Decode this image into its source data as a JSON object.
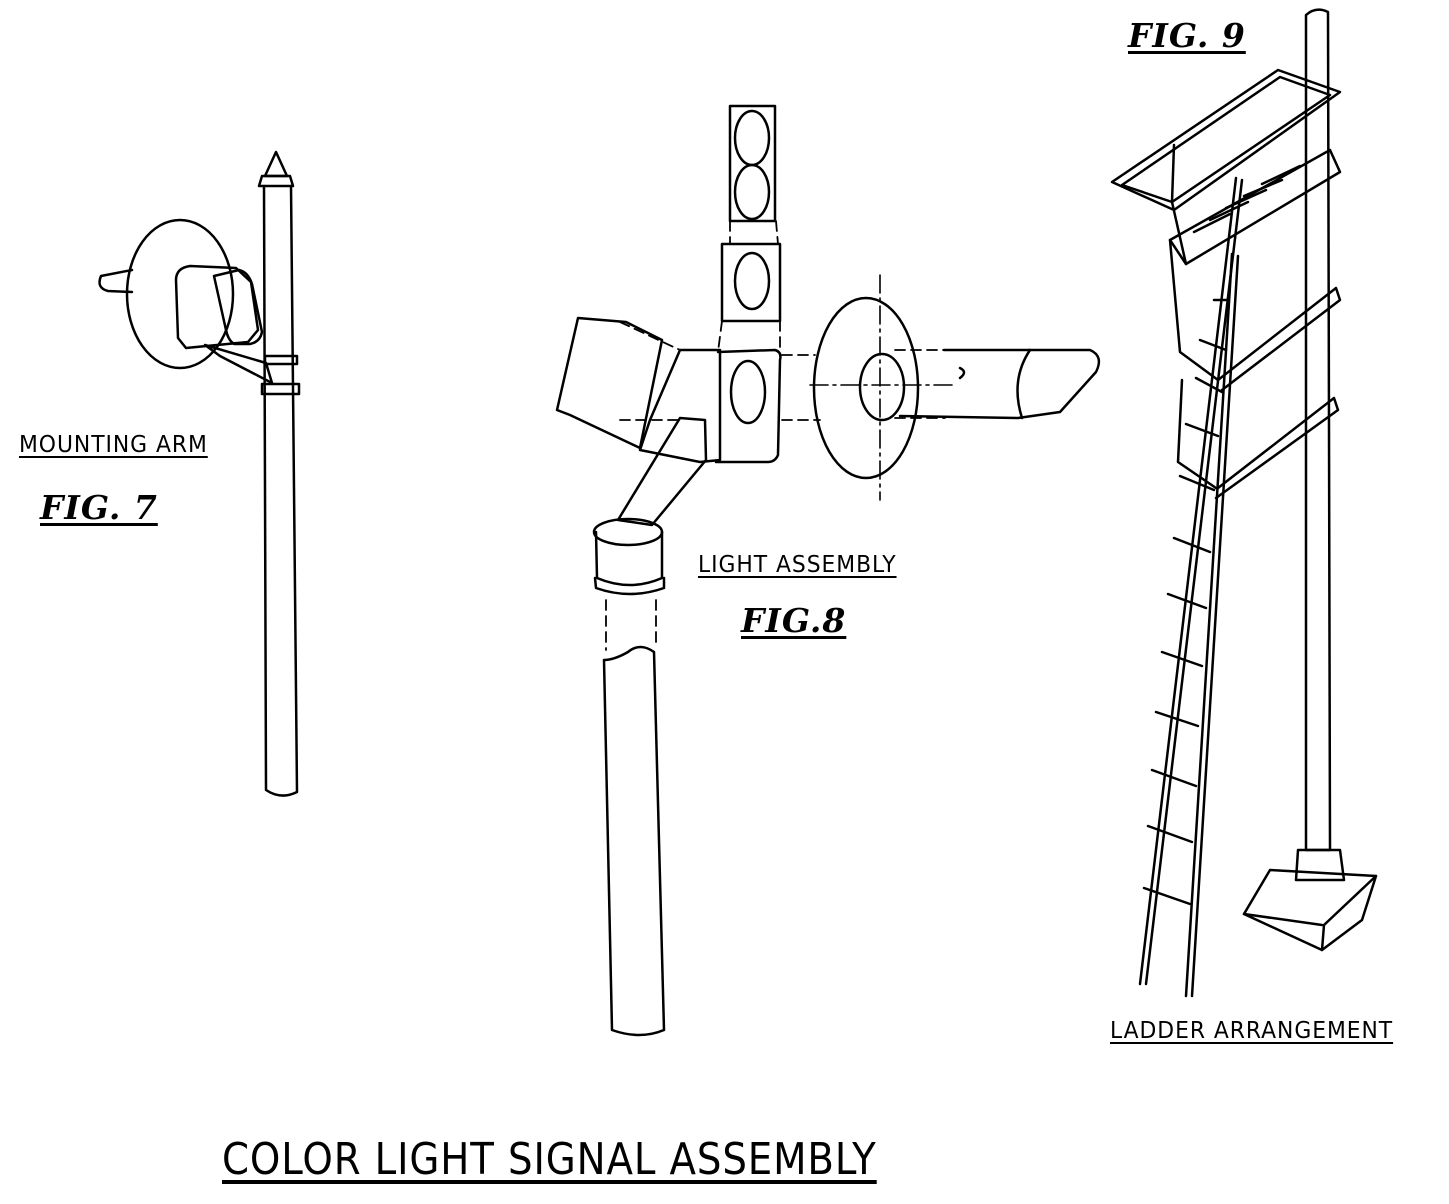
{
  "labels": {
    "mounting_arm": "MOUNTING ARM",
    "fig7": "FIG. 7",
    "light_assembly": "LIGHT ASSEMBLY",
    "fig8": "FIG.8",
    "fig9": "FIG. 9",
    "ladder_arrangement": "LADDER ARRANGEMENT",
    "title": "COLOR LIGHT SIGNAL ASSEMBLY"
  },
  "colors": {
    "ink": "#000000",
    "paper": "#ffffff"
  },
  "figures": [
    {
      "id": "fig7",
      "subject": "signal mast with mounting arm and signal head",
      "icon": "mast-icon"
    },
    {
      "id": "fig8",
      "subject": "exploded light assembly with lamp units and backplate",
      "icon": "lamp-icon"
    },
    {
      "id": "fig9",
      "subject": "mast with platform and ladder",
      "icon": "ladder-icon"
    }
  ]
}
